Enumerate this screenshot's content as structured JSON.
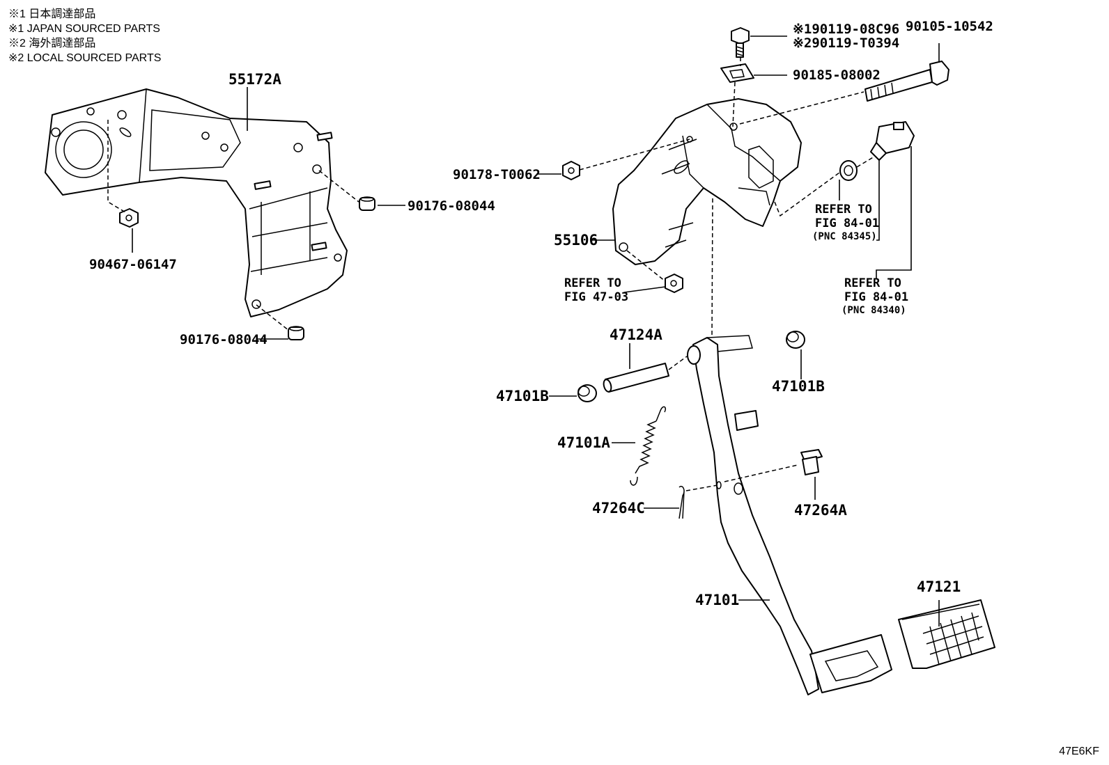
{
  "legend": [
    "※1 日本調達部品",
    "※1 JAPAN SOURCED PARTS",
    "※2 海外調達部品",
    "※2 LOCAL SOURCED PARTS"
  ],
  "parts": {
    "p55172A": "55172A",
    "p90176_a": "90176-08044",
    "p90176_b": "90176-08044",
    "p90467": "90467-06147",
    "p90119_1": "※190119-08C96",
    "p90119_2": "※290119-T0394",
    "p90105": "90105-10542",
    "p90185": "90185-08002",
    "p90178": "90178-T0062",
    "p55106": "55106",
    "p47124A": "47124A",
    "p47101B_left": "47101B",
    "p47101B_right": "47101B",
    "p47101A": "47101A",
    "p47264C": "47264C",
    "p47264A": "47264A",
    "p47101": "47101",
    "p47121": "47121"
  },
  "refs": {
    "fig4703": {
      "line1": "REFER TO",
      "line2": "FIG 47-03"
    },
    "fig8401_a": {
      "line1": "REFER TO",
      "line2": "FIG 84-01",
      "pnc": "(PNC 84345)"
    },
    "fig8401_b": {
      "line1": "REFER TO",
      "line2": "FIG 84-01",
      "pnc": "(PNC 84340)"
    }
  },
  "diagram_code": "47E6KF"
}
